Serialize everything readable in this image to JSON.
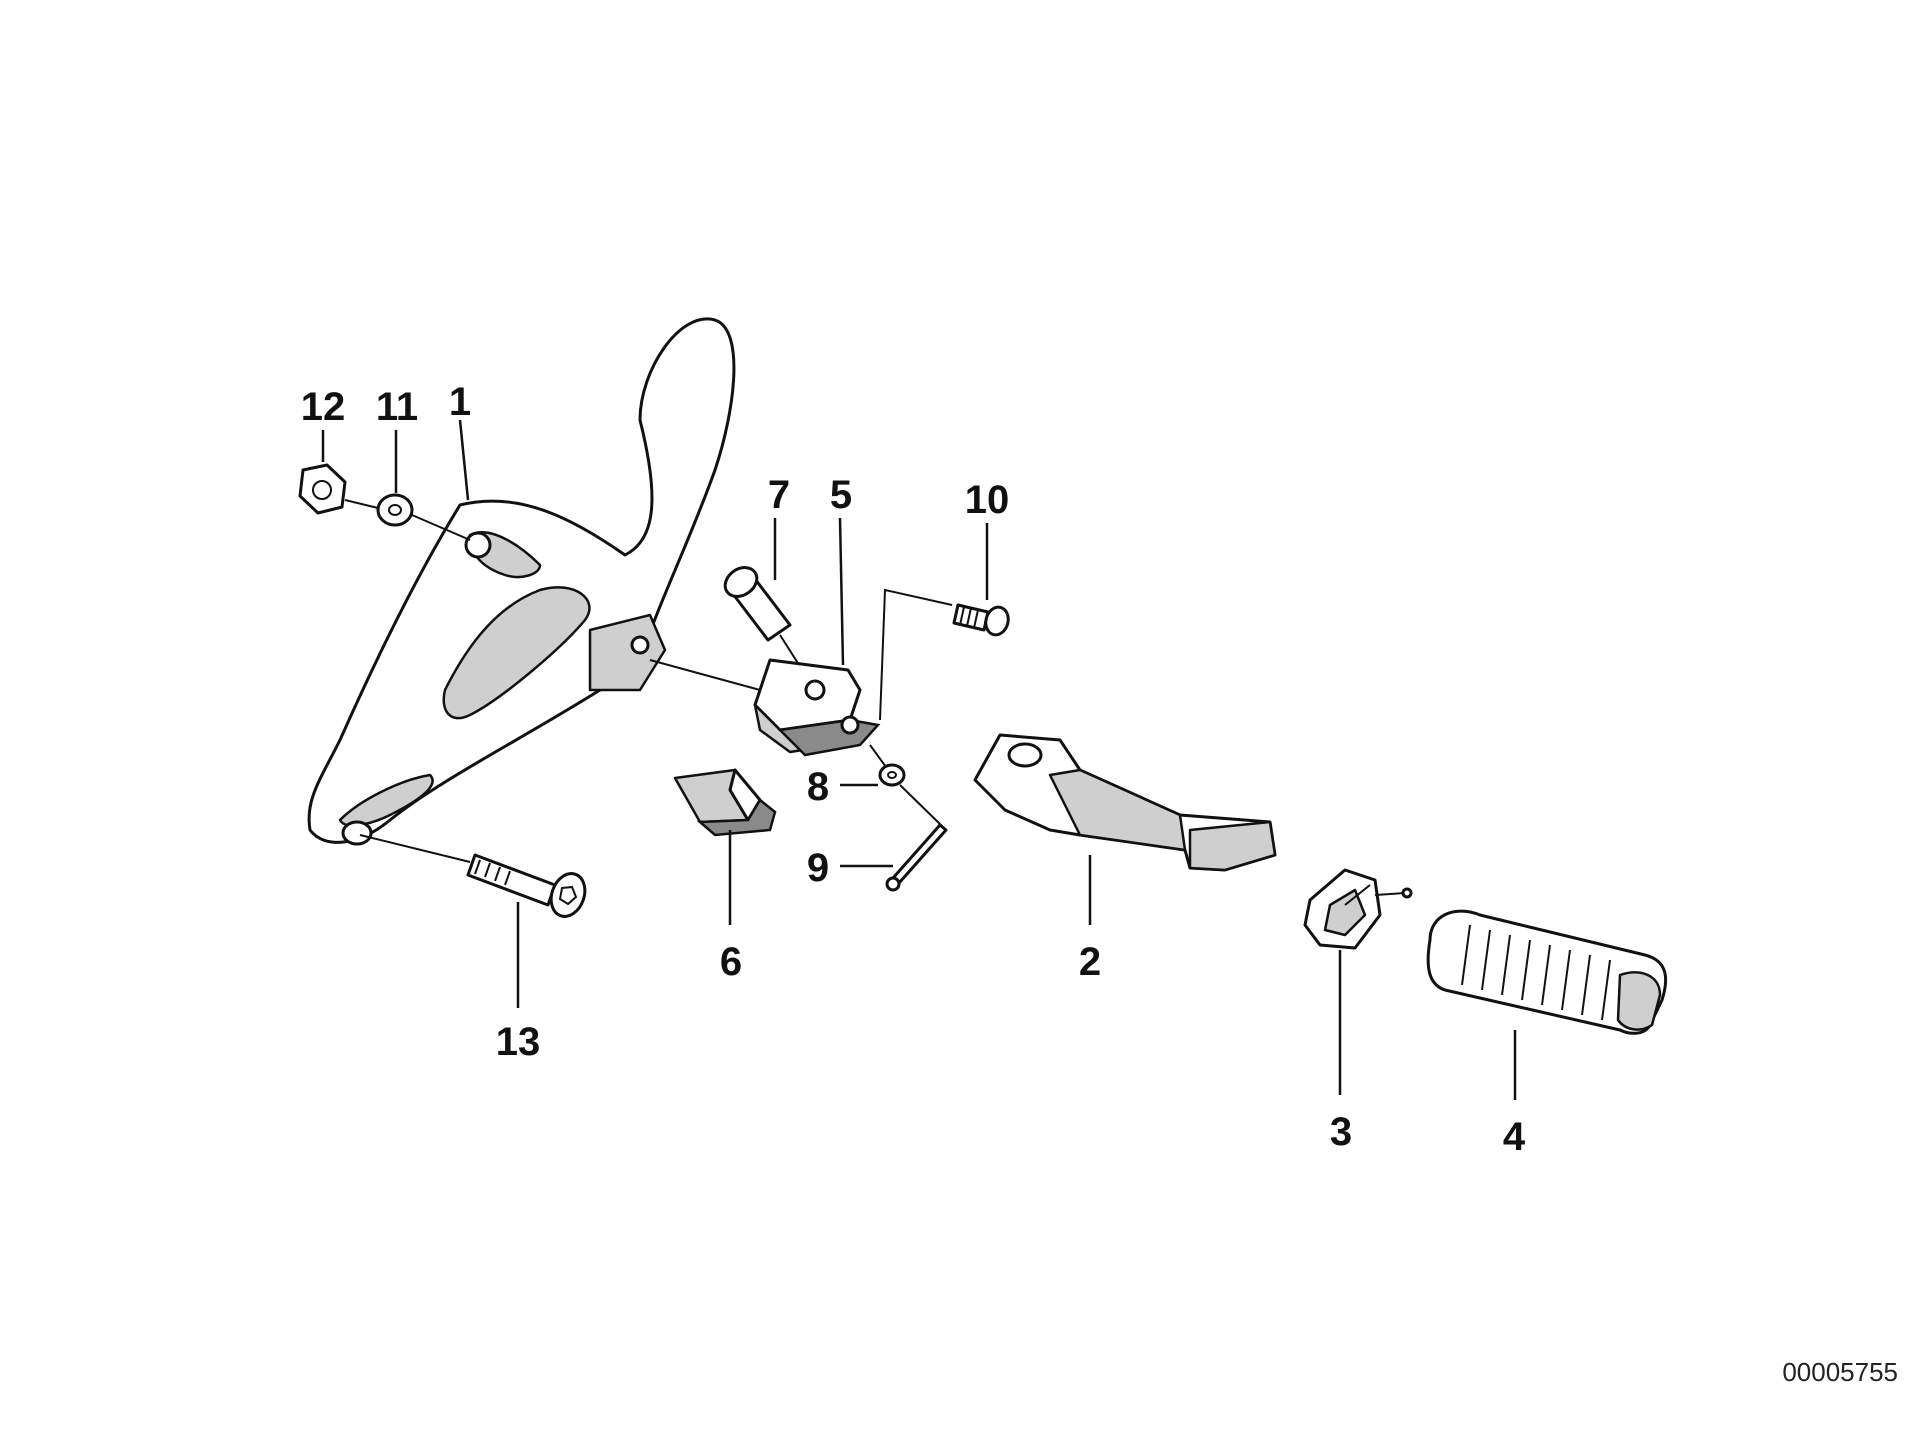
{
  "diagram": {
    "reference_number": "00005755",
    "callouts": [
      {
        "id": "1",
        "label": "1"
      },
      {
        "id": "2",
        "label": "2"
      },
      {
        "id": "3",
        "label": "3"
      },
      {
        "id": "4",
        "label": "4"
      },
      {
        "id": "5",
        "label": "5"
      },
      {
        "id": "6",
        "label": "6"
      },
      {
        "id": "7",
        "label": "7"
      },
      {
        "id": "8",
        "label": "8"
      },
      {
        "id": "9",
        "label": "9"
      },
      {
        "id": "10",
        "label": "10"
      },
      {
        "id": "11",
        "label": "11"
      },
      {
        "id": "12",
        "label": "12"
      },
      {
        "id": "13",
        "label": "13"
      }
    ]
  }
}
